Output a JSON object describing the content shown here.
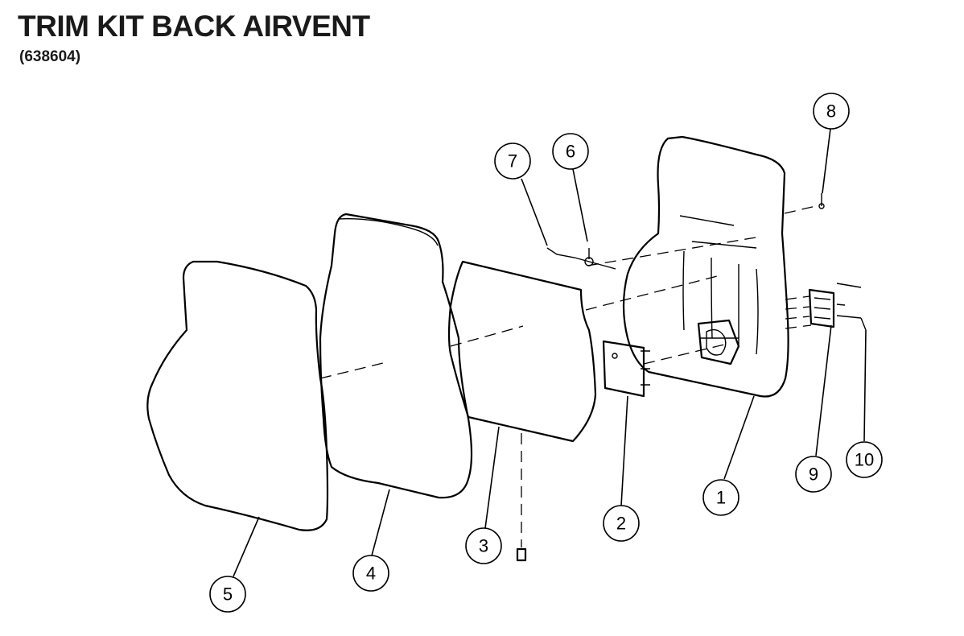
{
  "header": {
    "title": "TRIM KIT BACK AIRVENT",
    "part_number": "(638604)"
  },
  "callouts": [
    {
      "id": "1",
      "label": "1"
    },
    {
      "id": "2",
      "label": "2"
    },
    {
      "id": "3",
      "label": "3"
    },
    {
      "id": "4",
      "label": "4"
    },
    {
      "id": "5",
      "label": "5"
    },
    {
      "id": "6",
      "label": "6"
    },
    {
      "id": "7",
      "label": "7"
    },
    {
      "id": "8",
      "label": "8"
    },
    {
      "id": "9",
      "label": "9"
    },
    {
      "id": "10",
      "label": "10"
    }
  ]
}
